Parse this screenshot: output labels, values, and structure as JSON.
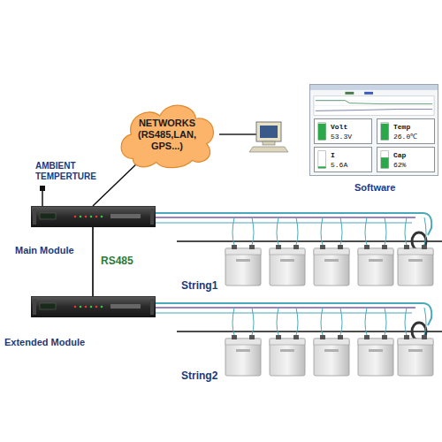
{
  "diagram": {
    "nodes": [
      {
        "text": [
          "NETWORKS (RS485,LAN, GPS...)"
        ]
      },
      {
        "text": [
          "Software"
        ]
      },
      {
        "text": [
          "Volt",
          "53.3V"
        ],
        "in": 1
      },
      {
        "text": [
          "Temp",
          "26.0℃"
        ],
        "in": 1
      },
      {
        "text": [
          "I",
          "5.6A"
        ],
        "in": 1
      },
      {
        "text": [
          "Cap",
          "62%"
        ],
        "in": 1
      },
      {
        "text": [
          "Main Module"
        ]
      },
      {
        "text": [
          "Extended Module"
        ]
      }
    ],
    "edges": [
      {
        "from": 0,
        "to": 6,
        "arrow": "none"
      },
      {
        "from": 6,
        "to": 7,
        "label": "RS485",
        "arrow": "none"
      }
    ],
    "labels": [
      "AMBIENT TEMPERTURE",
      "String1",
      "String2"
    ]
  }
}
